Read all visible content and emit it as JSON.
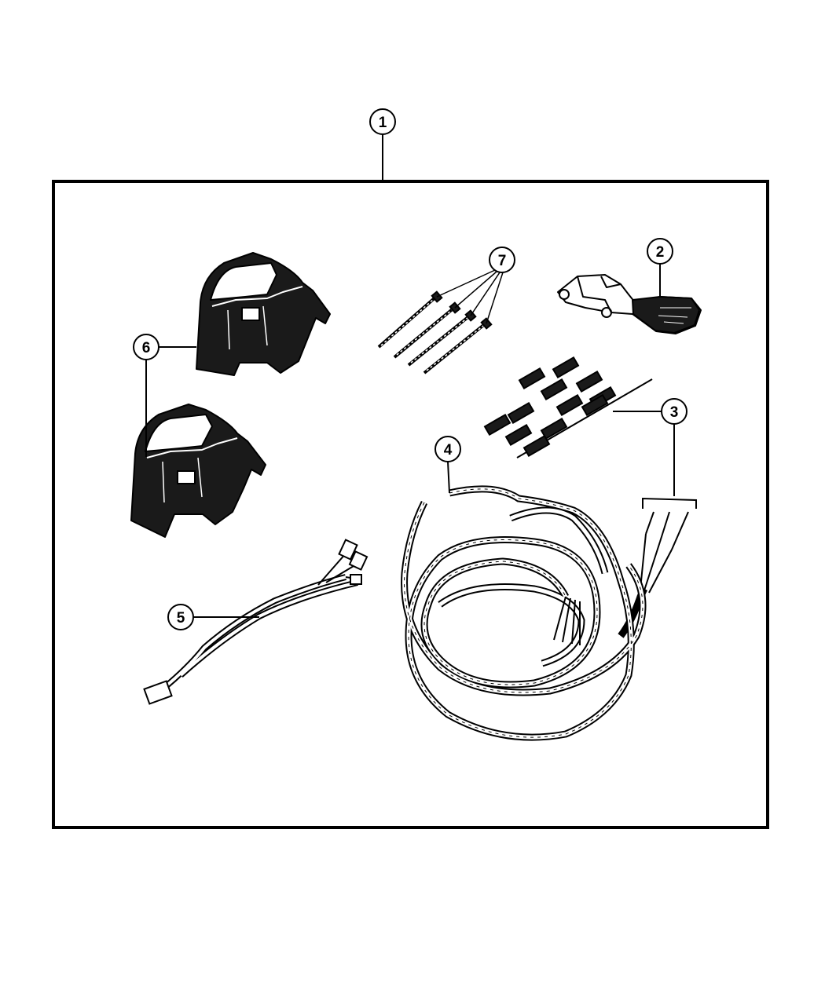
{
  "callouts": {
    "c1": "1",
    "c2": "2",
    "c3": "3",
    "c4": "4",
    "c5": "5",
    "c6": "6",
    "c7": "7"
  },
  "colors": {
    "line": "#000000",
    "fill_dark": "#1a1a1a",
    "fill_light": "#ffffff"
  },
  "icons": {
    "kit": "kit-frame",
    "switch": "cruise-switch-icon",
    "terminals": "terminals-icon",
    "harness_long": "wire-harness-coil-icon",
    "harness_short": "jumper-harness-icon",
    "shroud": "column-shroud-icon",
    "tie_straps": "tie-strap-icon"
  }
}
